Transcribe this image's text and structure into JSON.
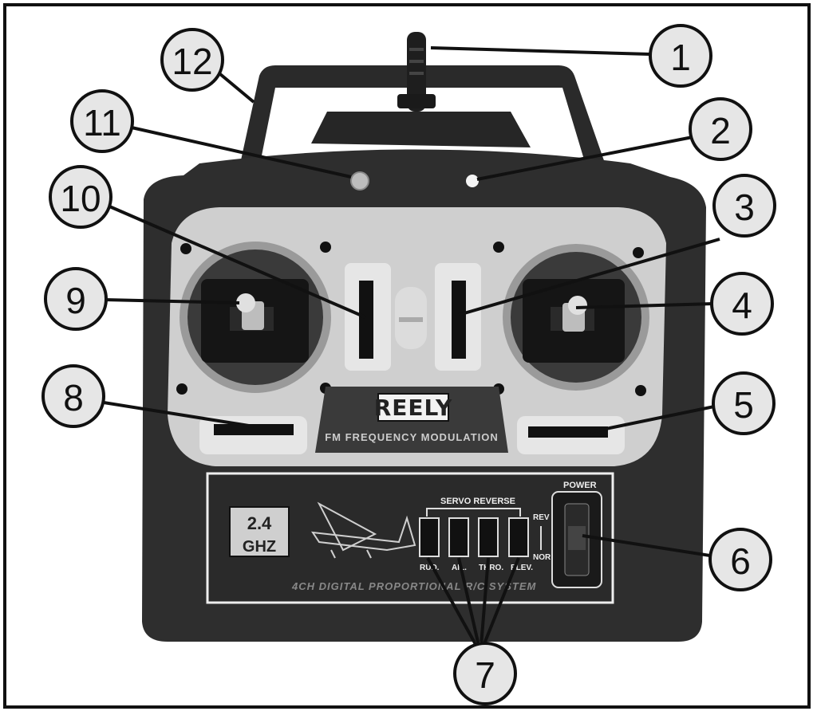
{
  "image": {
    "brand": "REELY",
    "modulation_text": "FM FREQUENCY MODULATION",
    "band_top": "2.4",
    "band_bottom": "GHZ",
    "system_text": "4CH DIGITAL PROPORTIONAL R/C SYSTEM",
    "servo_reverse_label": "SERVO REVERSE",
    "power_label": "POWER",
    "rev_label": "REV",
    "nor_label": "NOR",
    "switches": [
      "RUD.",
      "AIL.",
      "THRO.",
      "ELEV."
    ]
  },
  "callouts": [
    "1",
    "2",
    "3",
    "4",
    "5",
    "6",
    "7",
    "8",
    "9",
    "10",
    "11",
    "12"
  ],
  "colors": {
    "body": "#2e2e2e",
    "panel": "#c8c8c8",
    "callout_fill": "#e6e6e6",
    "line": "#111111"
  }
}
